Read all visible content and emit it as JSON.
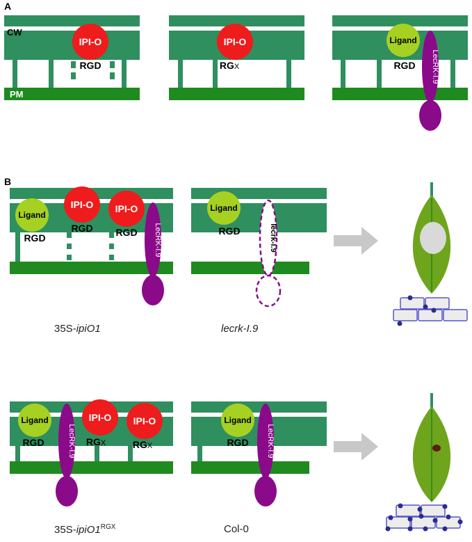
{
  "panel_a": {
    "label": "A",
    "cw_label": "CW",
    "pm_label": "PM",
    "ipio": "IPI-O",
    "rgd": "RGD",
    "rgx_prefix": "RG",
    "rgx_suffix": "X",
    "ligand": "Ligand",
    "receptor": "LecRK-I.9"
  },
  "panel_b": {
    "label": "B",
    "ipio": "IPI-O",
    "ligand": "Ligand",
    "rgd": "RGD",
    "rgx_prefix": "RG",
    "rgx_suffix": "X",
    "receptor": "LecRK-I.9",
    "mutant_receptor": "lecrk-I.9",
    "captions": {
      "c1_prefix": "35S-",
      "c1_italic": "ipiO1",
      "c2_italic": "lecrk-I.9",
      "c3_prefix": "35S-",
      "c3_italic": "ipiO1",
      "c3_sup": "RGX",
      "c4": "Col-0"
    }
  },
  "colors": {
    "cell_wall": "#2f8f5f",
    "membrane": "#1f8a1f",
    "ipio": "#ee1c1c",
    "ligand": "#a6d122",
    "receptor": "#8a0a8a",
    "leaf": "#6ea51c",
    "lesion_large": "#d9d9d9",
    "lesion_small": "#5a1f10",
    "arrow": "#c8c8c8",
    "cells_outline": "#5555cc",
    "spores": "#2b2b8f"
  }
}
